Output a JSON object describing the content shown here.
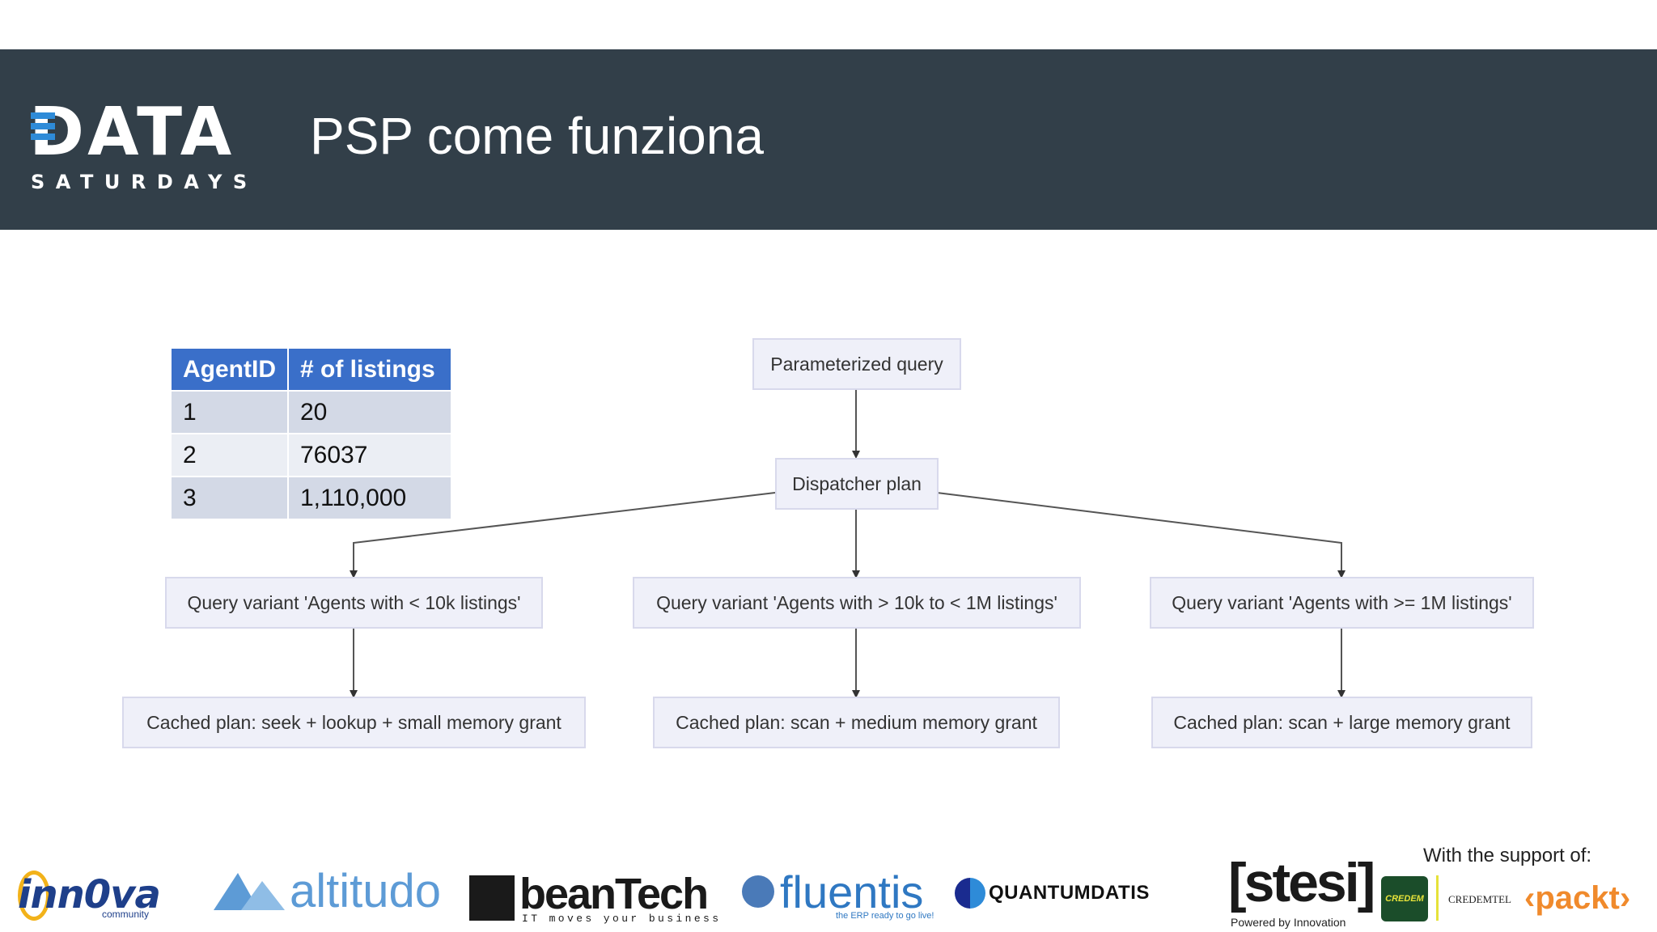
{
  "header": {
    "logo_word": "DATA",
    "logo_sub": "SATURDAYS",
    "title": "PSP come funziona",
    "background": "#323f49"
  },
  "table": {
    "headers": [
      "AgentID",
      "# of listings"
    ],
    "rows": [
      [
        "1",
        "20"
      ],
      [
        "2",
        "76037"
      ],
      [
        "3",
        "1,110,000"
      ]
    ],
    "header_color": "#3a6fc9"
  },
  "diagram": {
    "nodes": {
      "query": "Parameterized query",
      "dispatcher": "Dispatcher plan",
      "variant_small": "Query variant 'Agents with < 10k listings'",
      "variant_medium": "Query variant 'Agents with > 10k to < 1M listings'",
      "variant_large": "Query variant 'Agents with >= 1M listings'",
      "plan_small": "Cached plan: seek + lookup + small memory grant",
      "plan_medium": "Cached plan: scan + medium memory grant",
      "plan_large": "Cached plan: scan + large memory grant"
    },
    "node_fill": "#eff0f9"
  },
  "footer": {
    "support_label": "With the support of:",
    "sponsors": {
      "innova": "inn0va",
      "innova_sub": "community",
      "altitudo": "altitudo",
      "beantech": "beanTech",
      "beantech_sub": "IT moves your business",
      "fluentis": "fluentis",
      "fluentis_sub": "the ERP ready to go live!",
      "quantumdatis": "QUANTUMDATIS",
      "stesi": "[stesi]",
      "stesi_sub": "Powered by Innovation",
      "credem": "CREDEM",
      "credemtel": "CREDEMTEL",
      "packt": "‹packt›"
    }
  }
}
